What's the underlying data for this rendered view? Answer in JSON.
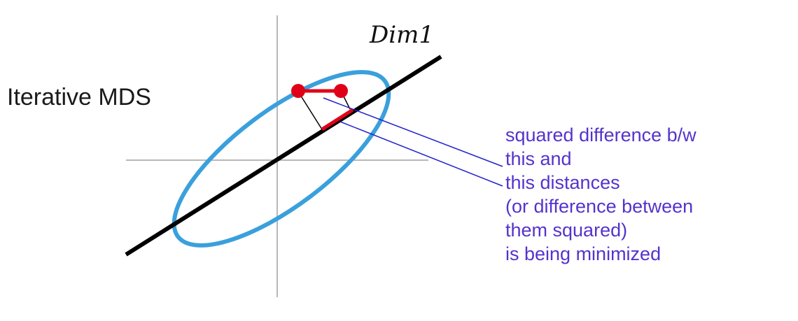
{
  "title": "Iterative MDS",
  "axis_label": "Dim1",
  "annotation_lines": [
    "squared difference b/w",
    "this and",
    "this distances",
    "(or difference between",
    "them squared)",
    "is being minimized"
  ],
  "colors": {
    "ellipse": "#3aa0dc",
    "points": "#e00018",
    "projection": "#e00018",
    "leader_lines": "#2222cc",
    "annotation_text": "#5533cc",
    "axes": "#b8b8b8",
    "dim_line": "#000000"
  }
}
